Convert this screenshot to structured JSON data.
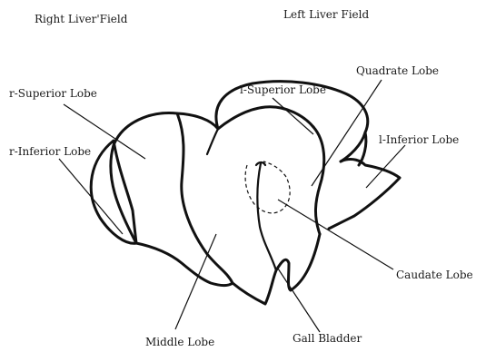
{
  "fields": {
    "right": "Right Liver'Field",
    "left": "Left Liver Field"
  },
  "labels": {
    "r_superior": "r-Superior Lobe",
    "r_inferior": "r-Inferior Lobe",
    "l_superior": "l-Superior Lobe",
    "quadrate": "Quadrate Lobe",
    "l_inferior": "l-Inferior Lobe",
    "caudate": "Caudate Lobe",
    "middle": "Middle Lobe",
    "gall_bladder": "Gall Bladder"
  }
}
